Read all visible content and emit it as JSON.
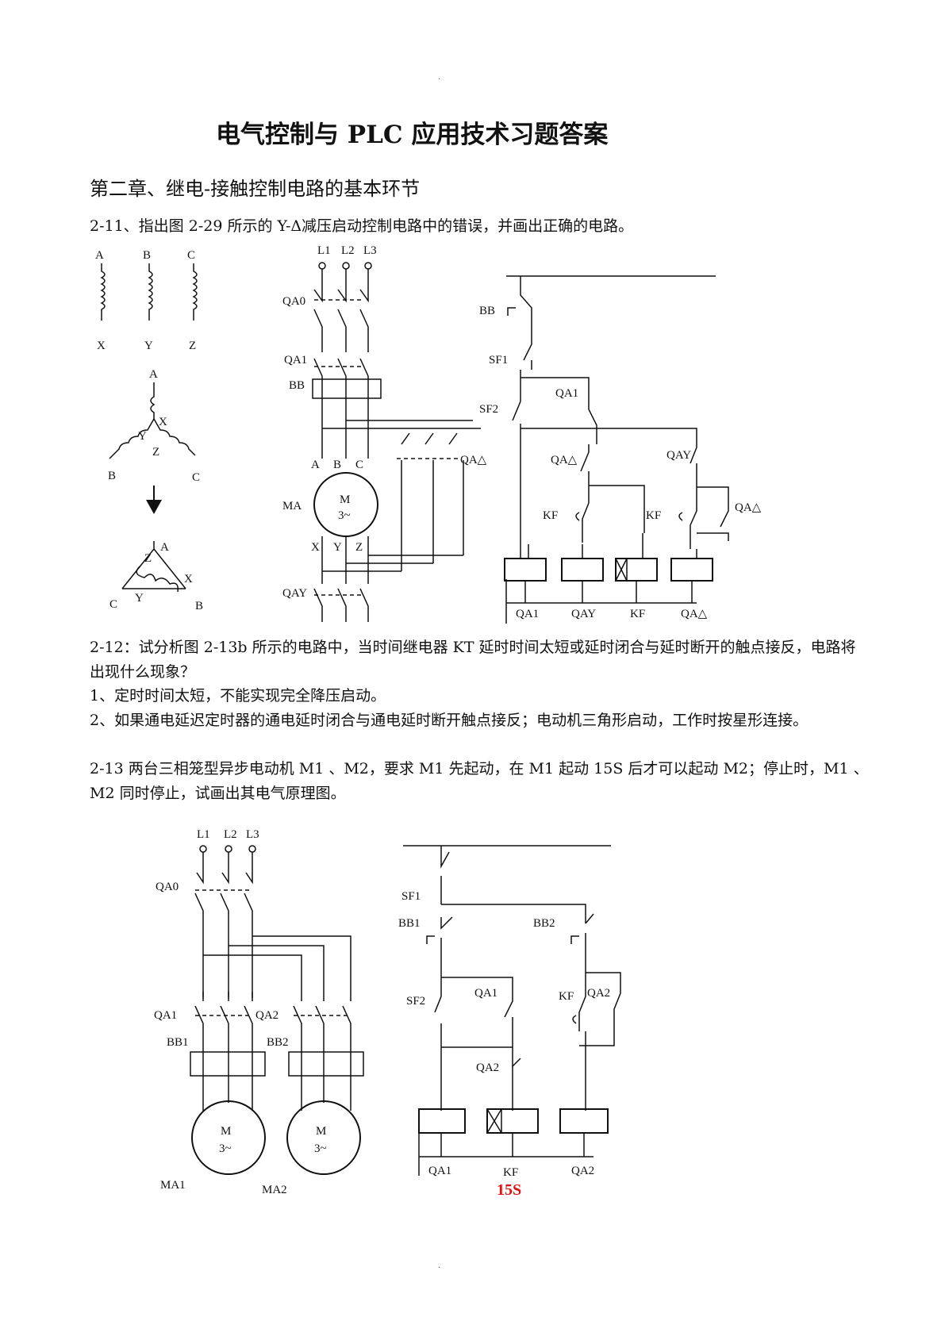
{
  "document": {
    "title": "电气控制与 PLC  应用技术习题答案",
    "chapter": "第二章、继电-接触控制电路的基本环节",
    "q2_11": "2-11、指出图 2-29 所示的 Y-Δ减压启动控制电路中的错误，并画出正确的电路。",
    "q2_12": "2-12：试分析图  2-13b 所示的电路中，当时间继电器 KT  延时时间太短或延时闭合与延时断开的触点接反，电路将出现什么现象？",
    "answer_1": "1、定时时间太短，不能实现完全降压启动。",
    "answer_2": "2、如果通电延迟定时器的通电延时闭合与通电延时断开触点接反；电动机三角形启动，工作时按星形连接。",
    "q2_13": "2-13 两台三相笼型异步电动机 M1 、M2，要求 M1  先起动，在 M1  起动 15S 后才可以起动 M2；停止时，M1 、M2  同时停止，试画出其电气原理图。"
  },
  "figure1": {
    "windings": {
      "A": "A",
      "B": "B",
      "C": "C",
      "X": "X",
      "Y": "Y",
      "Z": "Z"
    },
    "star": {
      "A": "A",
      "X": "X",
      "Y": "Y",
      "Z": "Z",
      "B": "B",
      "C": "C"
    },
    "delta": {
      "A": "A",
      "Z": "Z",
      "X": "X",
      "C": "C",
      "Y": "Y",
      "B": "B"
    },
    "main": {
      "L1": "L1",
      "L2": "L2",
      "L3": "L3",
      "QA0": "QA0",
      "QA1": "QA1",
      "BB": "BB",
      "A": "A",
      "B": "B",
      "C": "C",
      "M": "M",
      "M3": "3~",
      "MA": "MA",
      "X": "X",
      "Y": "Y",
      "Z": "Z",
      "QAY": "QAY",
      "QAD": "QA△"
    },
    "control": {
      "BB": "BB",
      "SF1": "SF1",
      "SF2": "SF2",
      "QA1": "QA1",
      "QAD": "QA△",
      "QAY": "QAY",
      "KF1": "KF",
      "KF2": "KF",
      "QAD2": "QA△",
      "coils": [
        "QA1",
        "QAY",
        "KF",
        "QA△"
      ]
    }
  },
  "figure2": {
    "main": {
      "L1": "L1",
      "L2": "L2",
      "L3": "L3",
      "QA0": "QA0",
      "QA1": "QA1",
      "QA2": "QA2",
      "BB1": "BB1",
      "BB2": "BB2",
      "M1": "M",
      "M1s": "3~",
      "M2": "M",
      "M2s": "3~",
      "MA1": "MA1",
      "MA2": "MA2"
    },
    "control": {
      "SF1": "SF1",
      "BB1": "BB1",
      "BB2": "BB2",
      "SF2": "SF2",
      "QA1": "QA1",
      "KF": "KF",
      "QA2": "QA2",
      "QA2b": "QA2",
      "coils": [
        "QA1",
        "KF",
        "QA2"
      ],
      "note": "15S"
    }
  },
  "colors": {
    "note": "#e01010",
    "ink": "#111111"
  }
}
